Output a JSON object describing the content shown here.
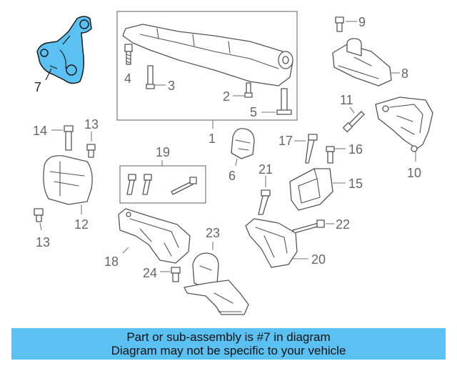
{
  "highlight_color": "#5bc1f2",
  "callouts": {
    "c1": "1",
    "c2": "2",
    "c3": "3",
    "c4": "4",
    "c5": "5",
    "c6": "6",
    "c7": "7",
    "c8": "8",
    "c9": "9",
    "c10": "10",
    "c11": "11",
    "c12": "12",
    "c13a": "13",
    "c13b": "13",
    "c14": "14",
    "c15": "15",
    "c16": "16",
    "c17": "17",
    "c18": "18",
    "c19": "19",
    "c20": "20",
    "c21": "21",
    "c22": "22",
    "c23": "23",
    "c24": "24"
  },
  "banner": {
    "line1": "Part or sub-assembly is #7 in diagram",
    "line2": "Diagram may not be specific to your vehicle"
  }
}
